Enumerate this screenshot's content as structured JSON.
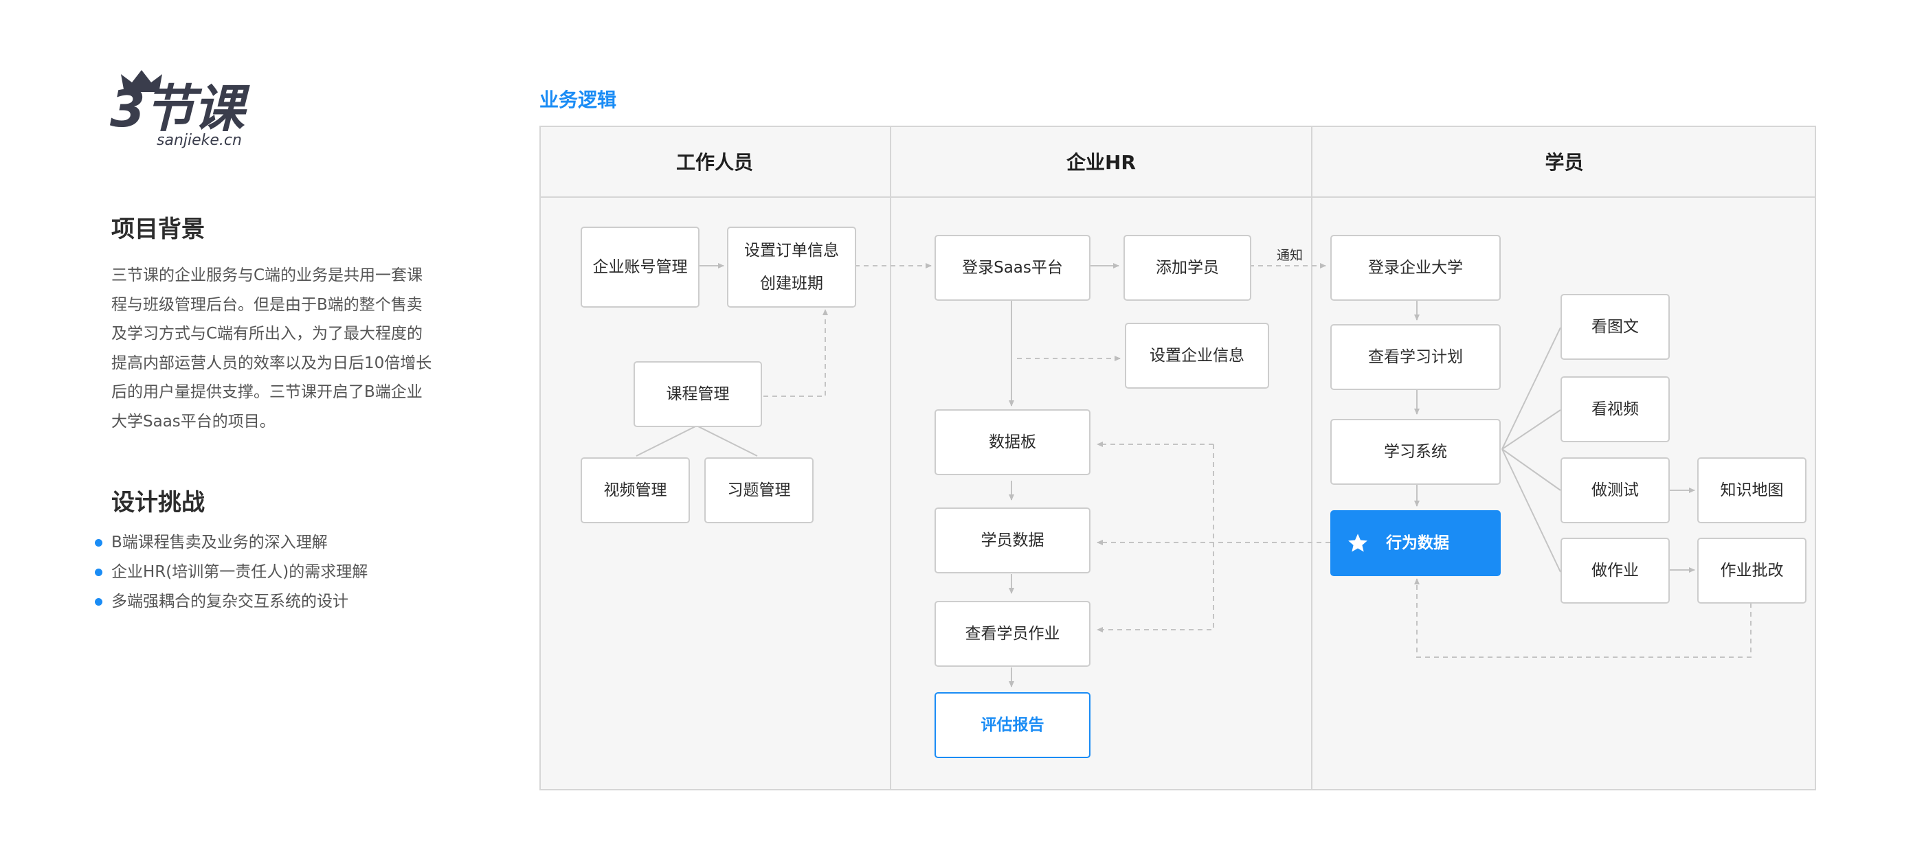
{
  "logo": {
    "main": "3节课",
    "sub": "sanjieke.cn"
  },
  "background": {
    "title": "项目背景",
    "text": "三节课的企业服务与C端的业务是共用一套课\n程与班级管理后台。但是由于B端的整个售卖\n及学习方式与C端有所出入，为了最大程度的\n提高内部运营人员的效率以及为日后10倍增长\n后的用户量提供支撑。三节课开启了B端企业\n大学Saas平台的项目。"
  },
  "challenge": {
    "title": "设计挑战",
    "items": [
      "B端课程售卖及业务的深入理解",
      "企业HR(培训第一责任人)的需求理解",
      "多端强耦合的复杂交互系统的设计"
    ]
  },
  "diagram": {
    "title": "业务逻辑",
    "columns": [
      "工作人员",
      "企业HR",
      "学员"
    ],
    "staff": {
      "account": "企业账号管理",
      "order_line1": "设置订单信息",
      "order_line2": "创建班期",
      "course": "课程管理",
      "video": "视频管理",
      "exercise": "习题管理"
    },
    "hr": {
      "login": "登录Saas平台",
      "add_student": "添加学员",
      "set_info": "设置企业信息",
      "dashboard": "数据板",
      "student_data": "学员数据",
      "homework": "查看学员作业",
      "report": "评估报告"
    },
    "notify": "通知",
    "student": {
      "login": "登录企业大学",
      "plan": "查看学习计划",
      "system": "学习系统",
      "behavior": "行为数据",
      "read": "看图文",
      "watch": "看视频",
      "test": "做测试",
      "assignment": "做作业",
      "knowledge_map": "知识地图",
      "grading": "作业批改"
    }
  },
  "colors": {
    "accent": "#1a8cf5",
    "frame_bg": "#f6f6f6",
    "border": "#cdcdcd"
  },
  "icons": [
    "crown-icon",
    "star-icon",
    "bullet-dot-icon"
  ]
}
